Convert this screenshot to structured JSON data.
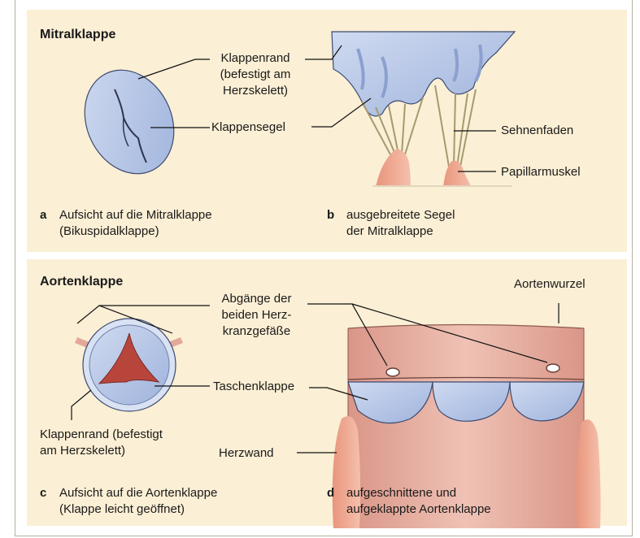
{
  "mitral": {
    "title": "Mitralklappe",
    "label_rand": [
      "Klappenrand",
      "(befestigt am",
      "Herzskelett)"
    ],
    "label_segel": "Klappensegel",
    "label_sehnen": "Sehnenfaden",
    "label_papillar": "Papillarmuskel",
    "caption_a": {
      "letter": "a",
      "lines": [
        "Aufsicht auf die Mitralklappe",
        "(Bikuspidalklappe)"
      ]
    },
    "caption_b": {
      "letter": "b",
      "lines": [
        "ausgebreitete Segel",
        "der Mitralklappe"
      ]
    }
  },
  "aorta": {
    "title": "Aortenklappe",
    "label_abgaenge": [
      "Abgänge der",
      "beiden Herz-",
      "kranzgefäße"
    ],
    "label_wurzel": "Aortenwurzel",
    "label_tasche": "Taschenklappe",
    "label_rand": [
      "Klappenrand (befestigt",
      "am Herzskelett)"
    ],
    "label_herzwand": "Herzwand",
    "caption_c": {
      "letter": "c",
      "lines": [
        "Aufsicht auf die Aortenklappe",
        "(Klappe leicht geöffnet)"
      ]
    },
    "caption_d": {
      "letter": "d",
      "lines": [
        "aufgeschnittene und",
        "aufgeklappte Aortenklappe"
      ]
    }
  },
  "colors": {
    "panel_bg": "#fbefd5",
    "valve_blue": "#b9c9e8",
    "muscle_pink": "#e8a38f",
    "aorta_pink": "#e7b3a6",
    "open_red": "#b8453c"
  }
}
